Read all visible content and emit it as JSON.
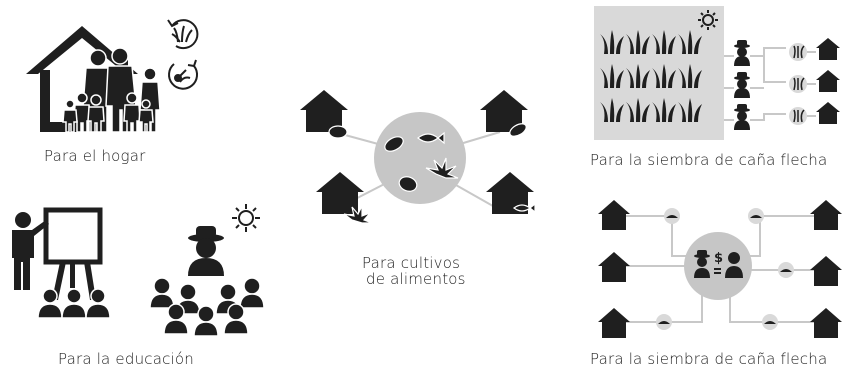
{
  "panels": {
    "household": {
      "caption": "Para el hogar"
    },
    "education": {
      "caption": "Para la educación"
    },
    "food_crops": {
      "caption_line1": "Para cultivos",
      "caption_line2": "de alimentos"
    },
    "planting_top": {
      "caption": "Para la siembra de caña flecha"
    },
    "planting_bottom": {
      "caption": "Para la siembra de caña flecha"
    }
  },
  "colors": {
    "ink": "#1f1f1f",
    "light_gray": "#d9d9d9",
    "circle_gray": "#c6c6c6",
    "line_gray": "#c8c8c8"
  },
  "icons": [
    "house-icon",
    "family-icon",
    "cane-cycle-icon",
    "tool-cycle-icon",
    "teacher-board-icon",
    "sun-icon",
    "farmer-icon",
    "audience-icon",
    "cacao-pod-icon",
    "corn-icon",
    "fish-icon",
    "sweet-potato-icon",
    "cassava-leaf-icon",
    "cane-plant-icon",
    "dollar-exchange-icon",
    "hill-icon"
  ]
}
